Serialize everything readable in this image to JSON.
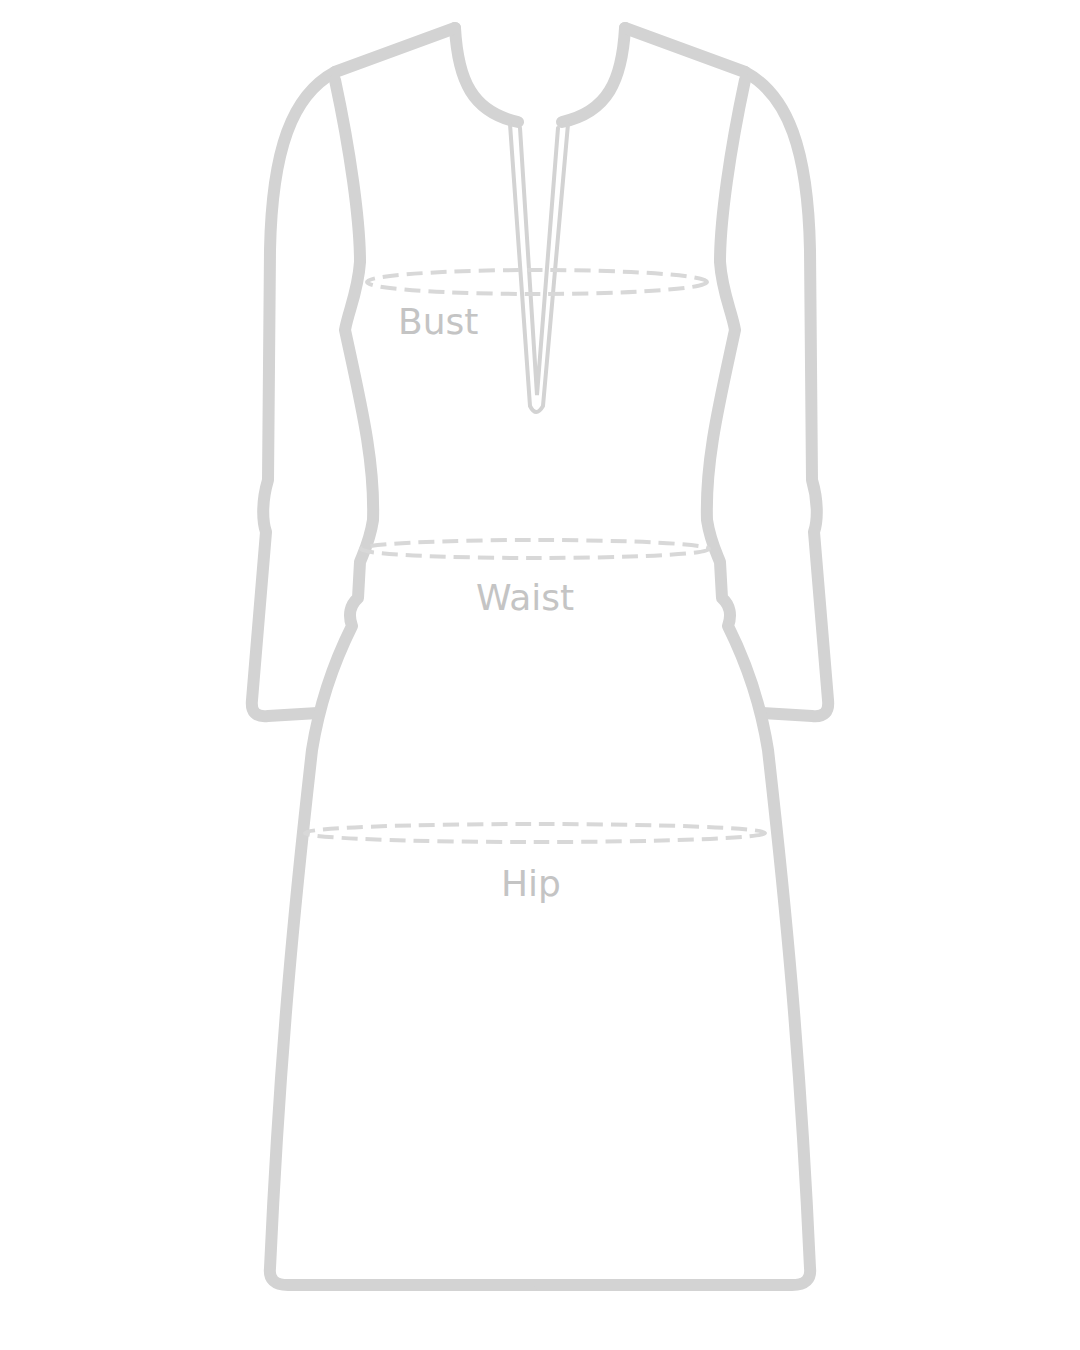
{
  "diagram": {
    "labels": [
      "Bust",
      "Waist",
      "Hip"
    ]
  }
}
